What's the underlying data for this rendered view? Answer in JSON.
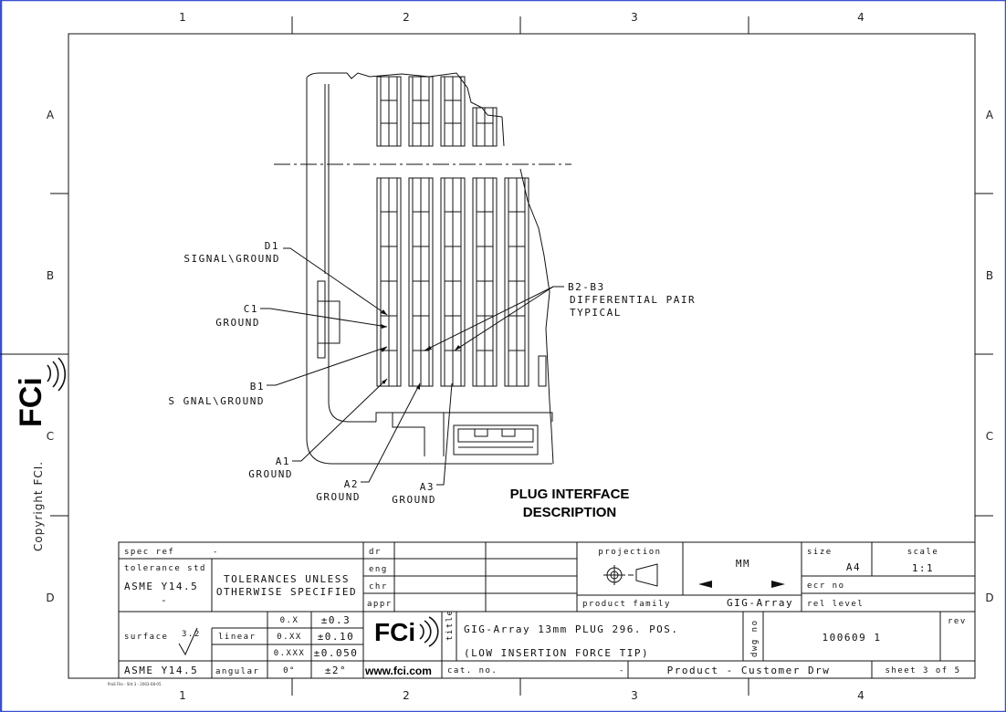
{
  "border": {
    "cols": [
      "1",
      "2",
      "3",
      "4"
    ],
    "rows": [
      "A",
      "B",
      "C",
      "D"
    ]
  },
  "side": {
    "logo": "FCi",
    "copyright": "Copyright FCI."
  },
  "drawing": {
    "callouts": {
      "d1_id": "D1",
      "d1_desc": "SIGNAL\\GROUND",
      "c1_id": "C1",
      "c1_desc": "GROUND",
      "b1_id": "B1",
      "b1_desc": "S GNAL\\GROUND",
      "a1_id": "A1",
      "a1_desc": "GROUND",
      "a2_id": "A2",
      "a2_desc": "GROUND",
      "a3_id": "A3",
      "a3_desc": "GROUND",
      "b2b3_id": "B2-B3",
      "b2b3_desc1": "DIFFERENTIAL PAIR",
      "b2b3_desc2": "TYPICAL"
    },
    "heading_line1": "PLUG INTERFACE",
    "heading_line2": "DESCRIPTION"
  },
  "title_block": {
    "spec_ref_label": "spec ref",
    "spec_ref_value": "-",
    "tolerance_std_label": "tolerance std",
    "tolerance_std_value": "ASME Y14.5",
    "tolerance_std_dash": "-",
    "tolerances_note_1": "TOLERANCES UNLESS",
    "tolerances_note_2": "OTHERWISE SPECIFIED",
    "dr_label": "dr",
    "eng_label": "eng",
    "chr_label": "chr",
    "appr_label": "appr",
    "projection_label": "projection",
    "units": "MM",
    "size_label": "size",
    "size_value": "A4",
    "scale_label": "scale",
    "scale_value": "1:1",
    "ecr_label": "ecr no",
    "product_family_label": "product family",
    "product_family_value": "GIG-Array",
    "rel_level_label": "rel level",
    "surface_label": "surface",
    "surface_value": "3.2",
    "surface_std": "ASME Y14.5",
    "linear_label": "linear",
    "angular_label": "angular",
    "tol_x": "0.X",
    "tol_x_val": "±0.3",
    "tol_xx": "0.XX",
    "tol_xx_val": "±0.10",
    "tol_xxx": "0.XXX",
    "tol_xxx_val": "±0.050",
    "ang_base": "0°",
    "ang_val": "±2°",
    "logo": "FCi",
    "website": "www.fci.com",
    "title_label": "title",
    "title_line1": "GIG-Array 13mm PLUG  296. POS.",
    "title_line2": "(LOW INSERTION FORCE TIP)",
    "dwg_no_label": "dwg no",
    "dwg_no_value": "100609 1",
    "rev_label": "rev",
    "cat_no_label": "cat. no.",
    "cat_no_value": "-",
    "drawing_type": "Product - Customer Drw",
    "sheet_label": "sheet 3 of 5",
    "footer_stamp": "ProE File - Sht 3 - 2003-08-05"
  }
}
